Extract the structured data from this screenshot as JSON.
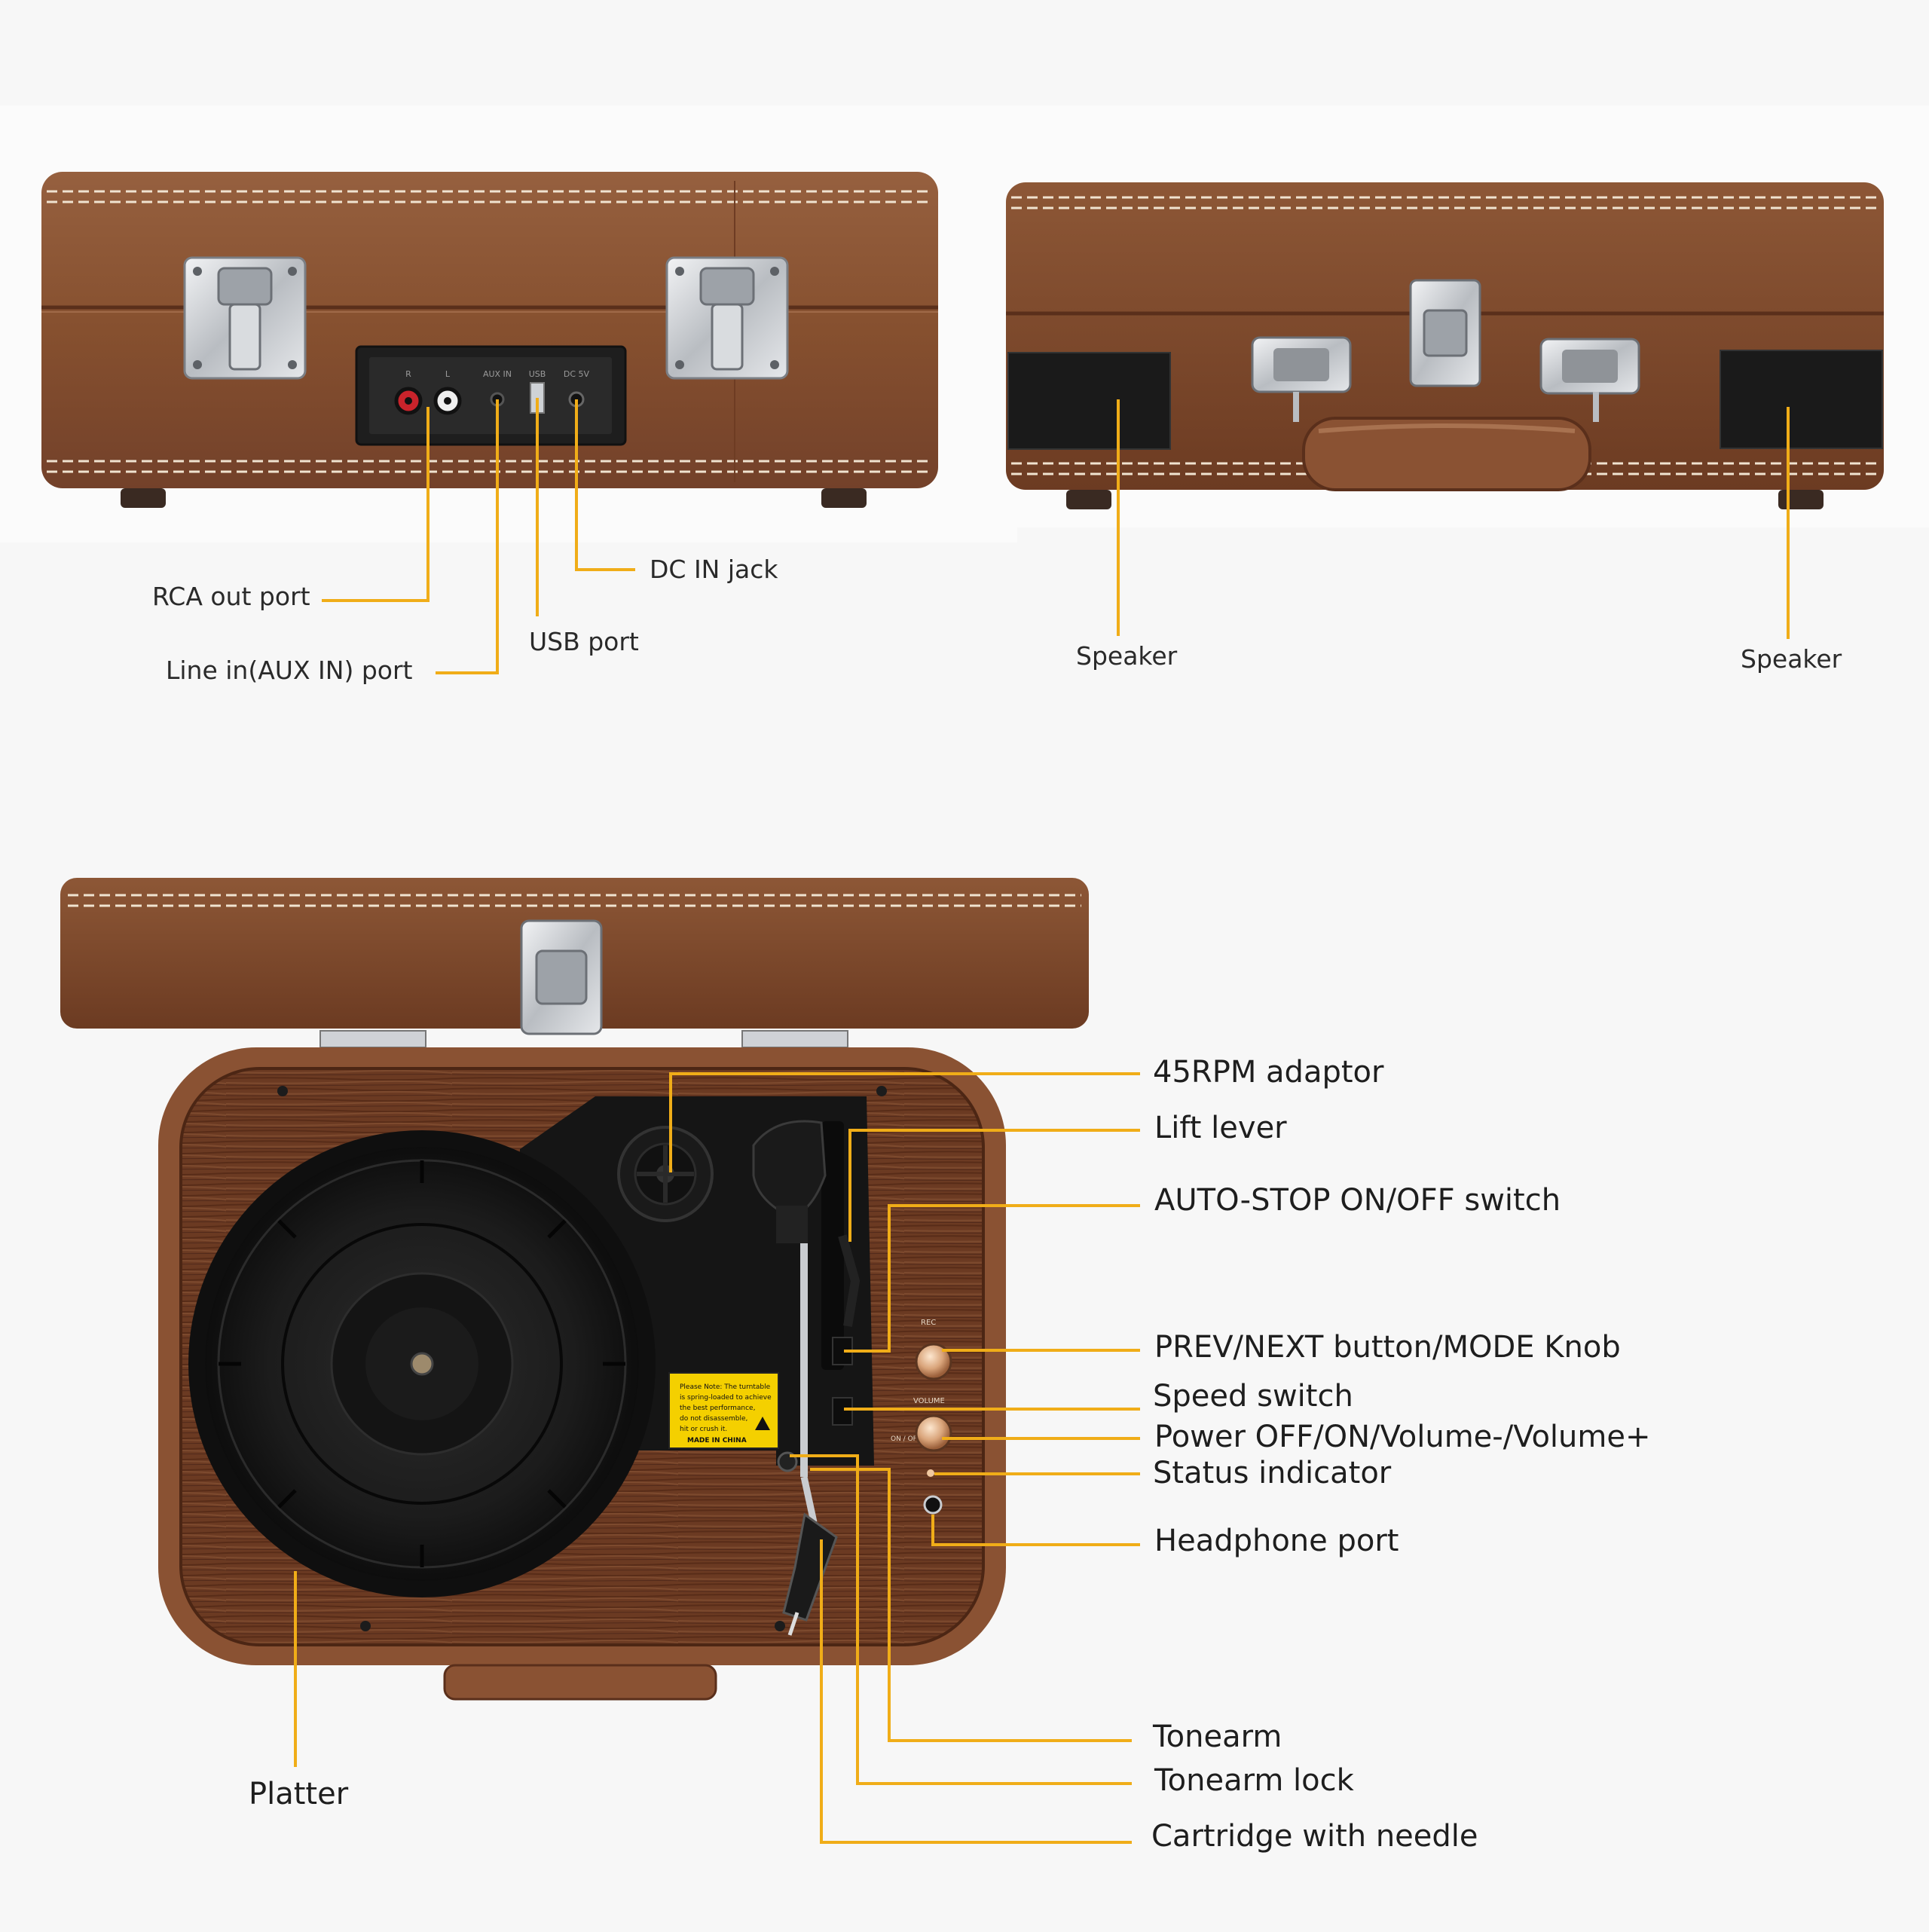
{
  "colors": {
    "background": "#f7f7f7",
    "leather": "#8a5233",
    "leather_dark": "#6f3f25",
    "stitching": "#efe2cf",
    "wood": "#6e3d24",
    "metal": "#c9ccd0",
    "leader_line": "#f0ad18",
    "label_text": "#222222"
  },
  "top_left_view": {
    "name": "back-view",
    "labels": {
      "rca_out": "RCA out port",
      "line_in": "Line in(AUX IN) port",
      "usb": "USB port",
      "dc_in": "DC IN jack"
    },
    "panel_text": [
      "R",
      "L",
      "AUX IN",
      "USB",
      "DC 5V"
    ]
  },
  "top_right_view": {
    "name": "front-view",
    "labels": {
      "speaker_left": "Speaker",
      "speaker_right": "Speaker"
    }
  },
  "bottom_view": {
    "name": "top-view-open",
    "labels": {
      "adaptor_45": "45RPM adaptor",
      "lift_lever": "Lift lever",
      "autostop": "AUTO-STOP ON/OFF switch",
      "prev_next": "PREV/NEXT button/MODE Knob",
      "speed": "Speed switch",
      "power": "Power OFF/ON/Volume-/Volume+",
      "status": "Status indicator",
      "headphone": "Headphone port",
      "tonearm": "Tonearm",
      "tonearm_lock": "Tonearm lock",
      "cartridge": "Cartridge with needle",
      "platter": "Platter"
    },
    "warning_sticker": {
      "lines": [
        "Please Note: The turntable",
        "is spring-loaded to achieve",
        "the best performance,",
        "do not disassemble,",
        "hit or crush it."
      ],
      "footer": "MADE IN CHINA"
    },
    "panel_markings": {
      "rec": "REC",
      "volume": "VOLUME",
      "on_off": "ON / OFF"
    }
  }
}
